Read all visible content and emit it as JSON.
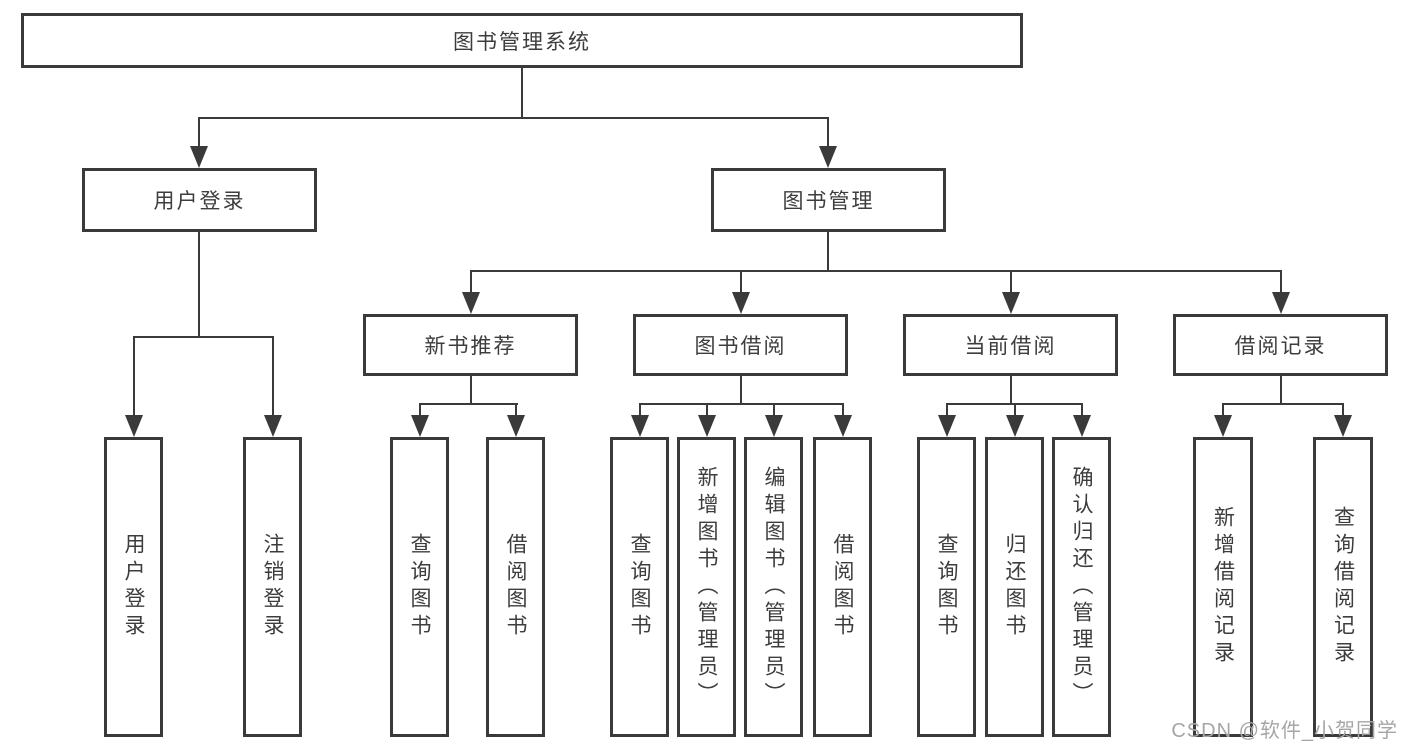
{
  "diagram": {
    "root": {
      "label": "图书管理系统"
    },
    "branches": [
      {
        "label": "用户登录",
        "children": [
          {
            "label": "用户登录"
          },
          {
            "label": "注销登录"
          }
        ]
      },
      {
        "label": "图书管理",
        "children": [
          {
            "label": "新书推荐",
            "children": [
              {
                "label": "查询图书"
              },
              {
                "label": "借阅图书"
              }
            ]
          },
          {
            "label": "图书借阅",
            "children": [
              {
                "label": "查询图书"
              },
              {
                "label": "新增图书（管理员）"
              },
              {
                "label": "编辑图书（管理员）"
              },
              {
                "label": "借阅图书"
              }
            ]
          },
          {
            "label": "当前借阅",
            "children": [
              {
                "label": "查询图书"
              },
              {
                "label": "归还图书"
              },
              {
                "label": "确认归还（管理员）"
              }
            ]
          },
          {
            "label": "借阅记录",
            "children": [
              {
                "label": "新增借阅记录"
              },
              {
                "label": "查询借阅记录"
              }
            ]
          }
        ]
      }
    ]
  },
  "watermark": {
    "text": "CSDN @软件_小贺同学"
  },
  "colors": {
    "line": "#3a3a3a",
    "text": "#3d3d3d",
    "watermark": "#a6a6a6",
    "background": "#ffffff"
  }
}
